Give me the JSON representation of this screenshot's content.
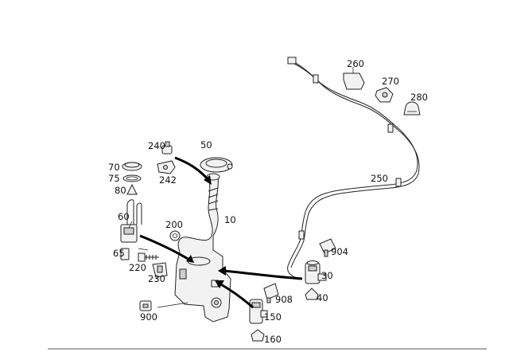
{
  "labels": {
    "p260": "260",
    "p270": "270",
    "p280": "280",
    "p250": "250",
    "p240": "240",
    "p242": "242",
    "p50": "50",
    "p70": "70",
    "p75": "75",
    "p80": "80",
    "p60": "60",
    "p10": "10",
    "p200": "200",
    "p65": "65",
    "p220": "220",
    "p230": "230",
    "p904": "904",
    "p30": "30",
    "p40": "40",
    "p908": "908",
    "p900": "900",
    "p150": "150",
    "p160": "160"
  }
}
